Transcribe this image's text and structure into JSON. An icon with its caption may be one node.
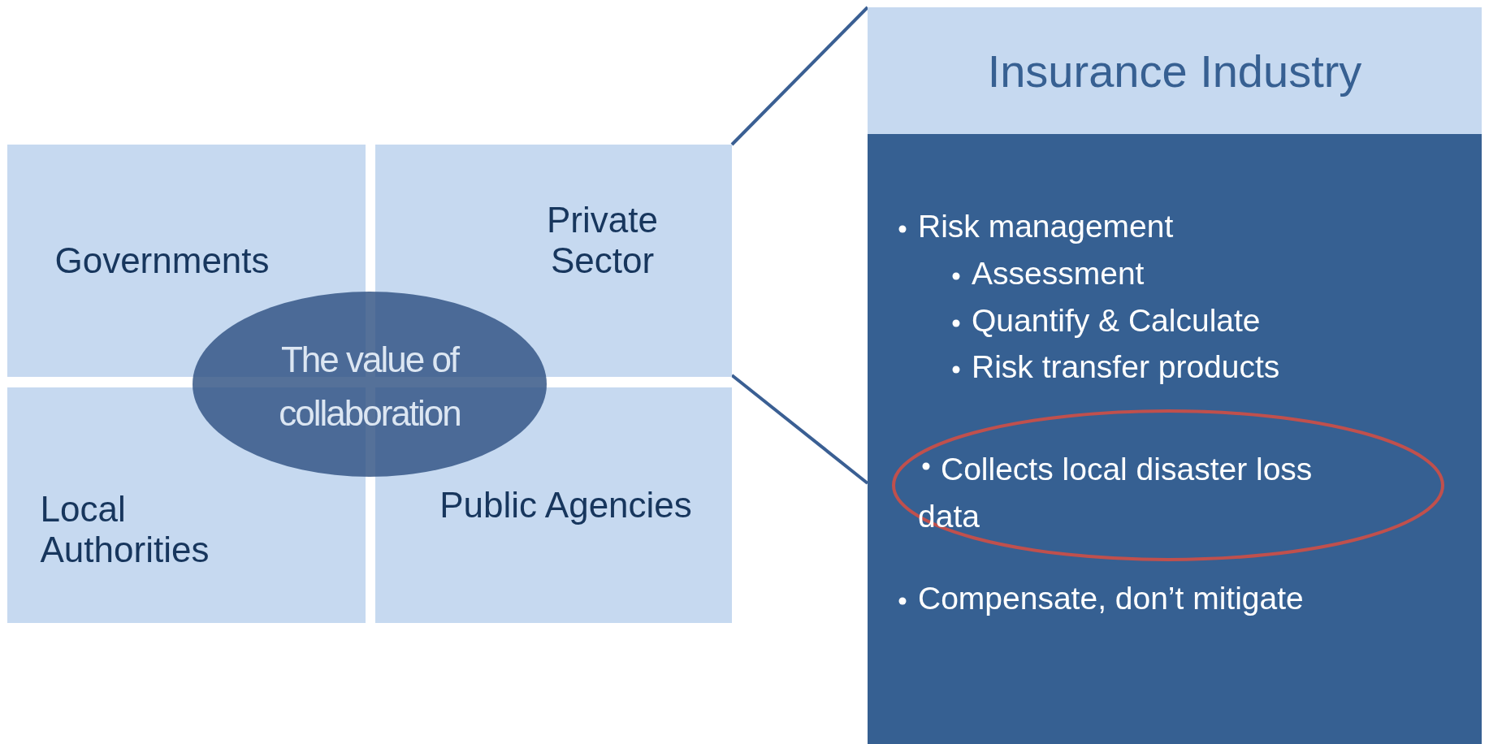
{
  "diagram": {
    "nodes": [
      {
        "text": [
          "Governments"
        ]
      },
      {
        "text": [
          "Private Sector"
        ]
      },
      {
        "text": [
          "Local Authorities"
        ]
      },
      {
        "text": [
          "Public Agencies"
        ]
      },
      {
        "text": [
          "The value of collaboration"
        ]
      },
      {
        "text": [
          "Insurance Industry"
        ]
      },
      {
        "text": [
          "Risk management",
          "Assessment",
          "Quantify & Calculate",
          "Risk transfer products",
          "Compensate, don’t mitigate"
        ]
      },
      {
        "text": [
          "Collects local disaster loss data"
        ],
        "in": 6
      }
    ],
    "edges": [
      {
        "from": 1,
        "to": 5,
        "arrow": "none"
      },
      {
        "from": 1,
        "to": 6,
        "arrow": "none"
      }
    ]
  }
}
